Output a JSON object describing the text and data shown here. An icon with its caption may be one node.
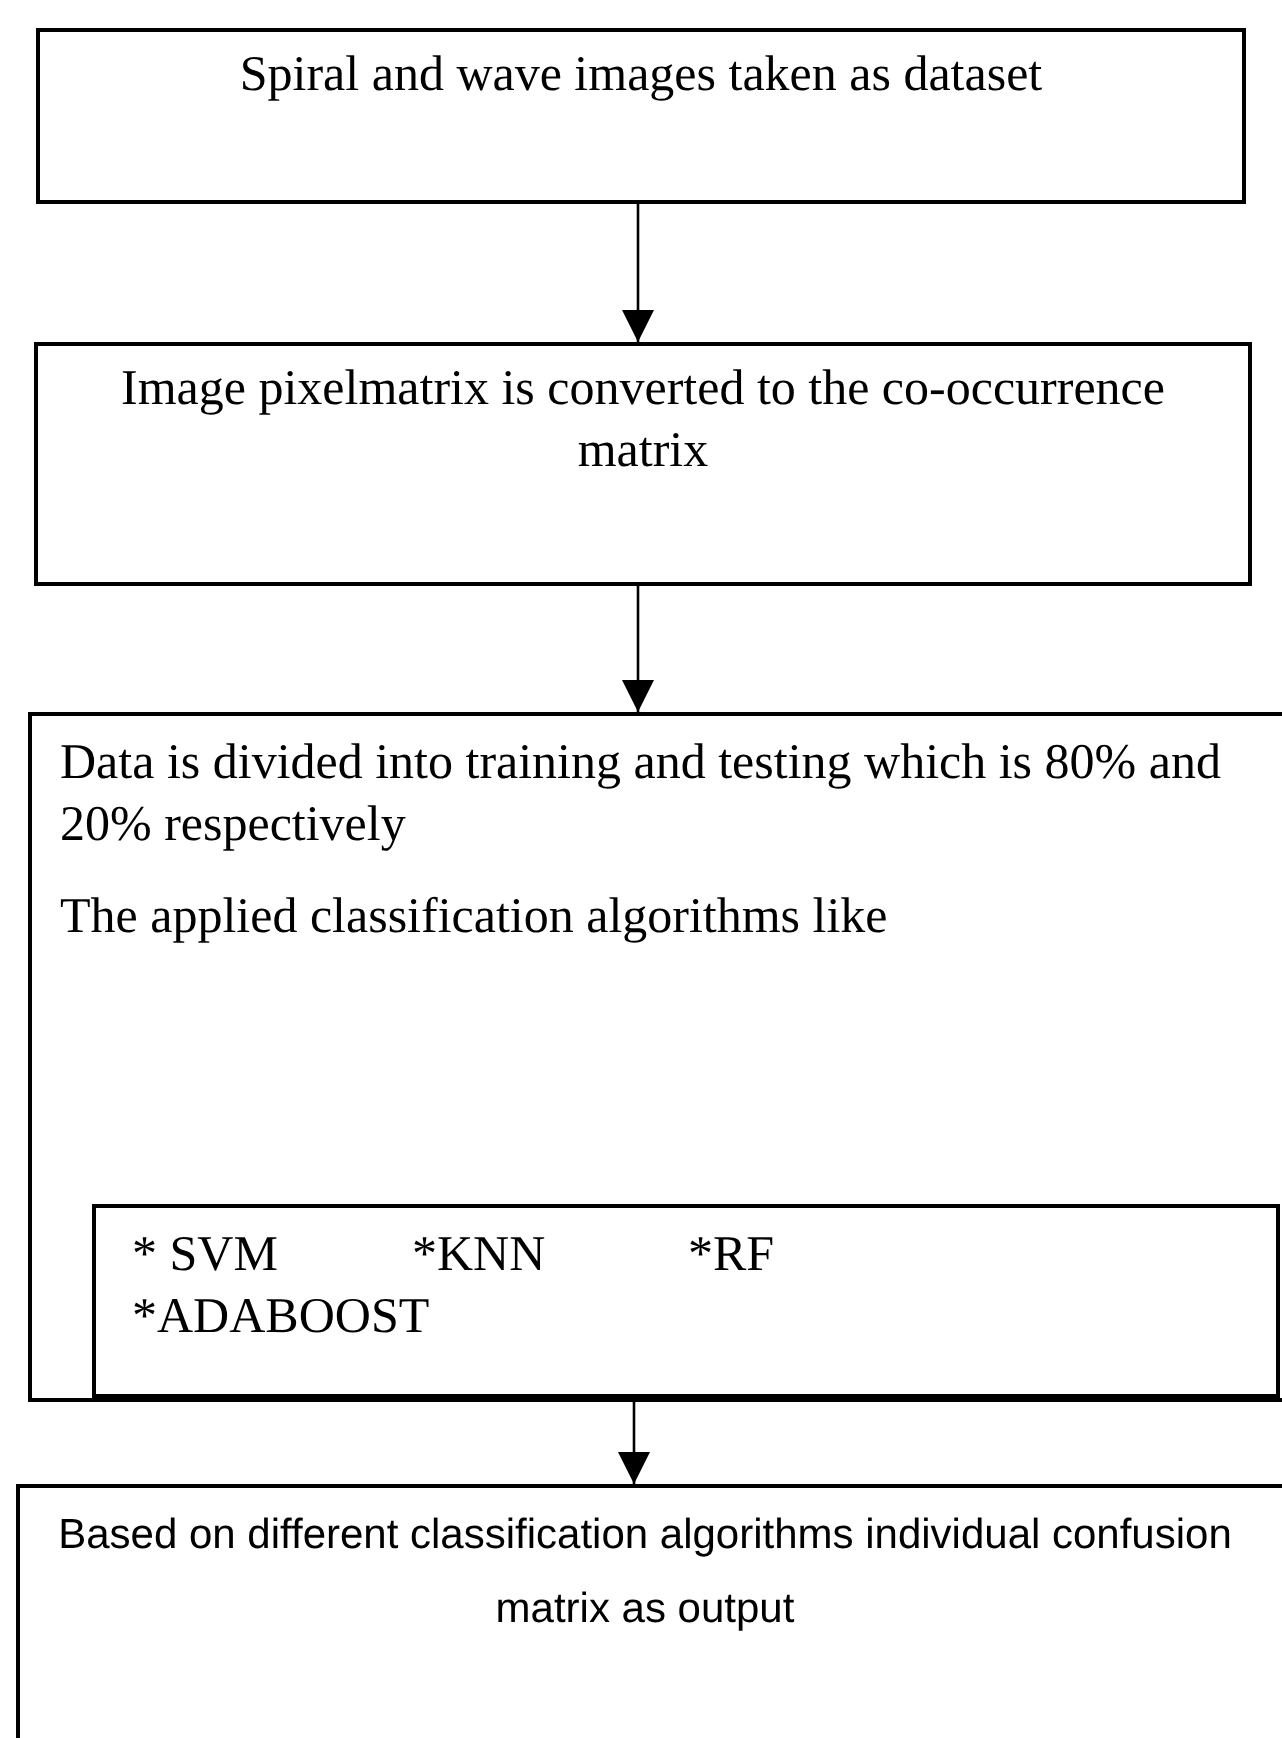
{
  "diagram": {
    "nodes": [
      {
        "text": [
          "Spiral and wave images taken as dataset"
        ]
      },
      {
        "text": [
          "Image pixelmatrix  is converted to the co-occurrence matrix"
        ]
      },
      {
        "text": [
          "Data is divided into training and testing which is 80% and 20% respectively",
          "The applied classification algorithms like"
        ]
      },
      {
        "text": [
          "* SVM",
          "*KNN",
          "*RF",
          "*ADABOOST"
        ],
        "in": 2
      },
      {
        "text": [
          "Based on different classification algorithms individual confusion matrix as output"
        ]
      }
    ],
    "edges": [
      {
        "from": 0,
        "to": 1,
        "arrow": "to"
      },
      {
        "from": 1,
        "to": 2,
        "arrow": "to"
      },
      {
        "from": 3,
        "to": 4,
        "arrow": "to"
      }
    ]
  }
}
